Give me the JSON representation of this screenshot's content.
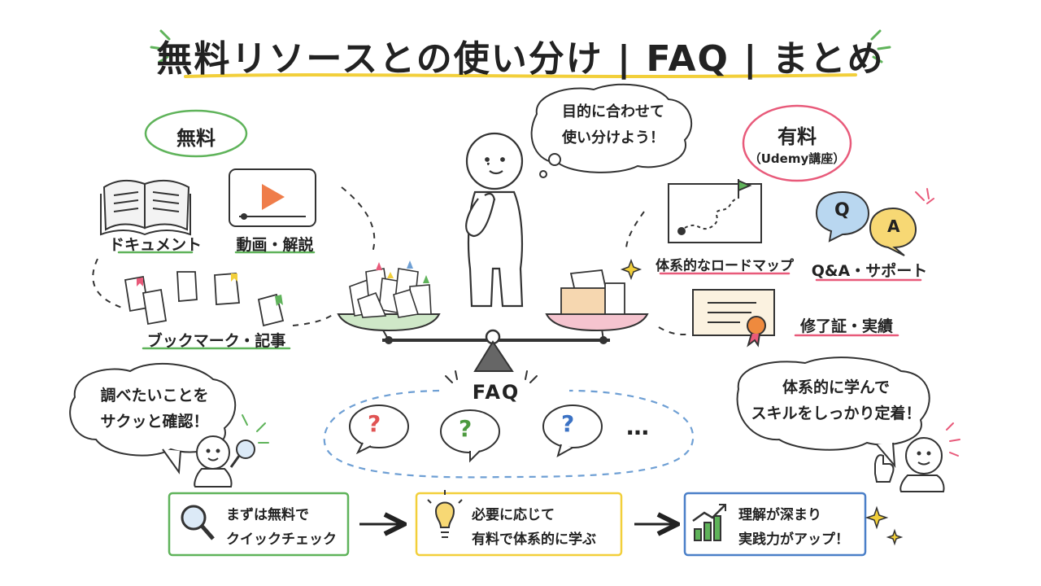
{
  "title": "無料リソースとの使い分け | FAQ | まとめ",
  "free": {
    "heading": "無料",
    "items": [
      "ドキュメント",
      "動画・解説",
      "ブックマーク・記事"
    ],
    "bubble": [
      "調べたいことを",
      "サクッと確認！"
    ]
  },
  "paid": {
    "heading": "有料",
    "subheading": "（Udemy講座）",
    "items": [
      "体系的なロードマップ",
      "Q&A・サポート",
      "修了証・実績"
    ],
    "bubble": [
      "体系的に学んで",
      "スキルをしっかり定着！"
    ],
    "qa_icon": {
      "q": "Q",
      "a": "A"
    }
  },
  "center_bubble": [
    "目的に合わせて",
    "使い分けよう！"
  ],
  "faq": {
    "label": "FAQ",
    "marks": [
      "?",
      "?",
      "?"
    ],
    "ellipsis": "…"
  },
  "steps": [
    {
      "line1": "まずは無料で",
      "line2": "クイックチェック",
      "icon": "magnifier-icon",
      "color": "#5fb35a"
    },
    {
      "line1": "必要に応じて",
      "line2": "有料で体系的に学ぶ",
      "icon": "lightbulb-icon",
      "color": "#f2cf3a"
    },
    {
      "line1": "理解が深まり",
      "line2": "実践力がアップ！",
      "icon": "growth-chart-icon",
      "color": "#4a7fc8"
    }
  ],
  "colors": {
    "free_accent": "#5fb35a",
    "paid_accent": "#e85a7a",
    "title_underline": "#f2cf3a",
    "faq_dash": "#6e9fd4",
    "q_red": "#e05353",
    "q_green": "#4c9a3e",
    "q_blue": "#3b72c4"
  }
}
